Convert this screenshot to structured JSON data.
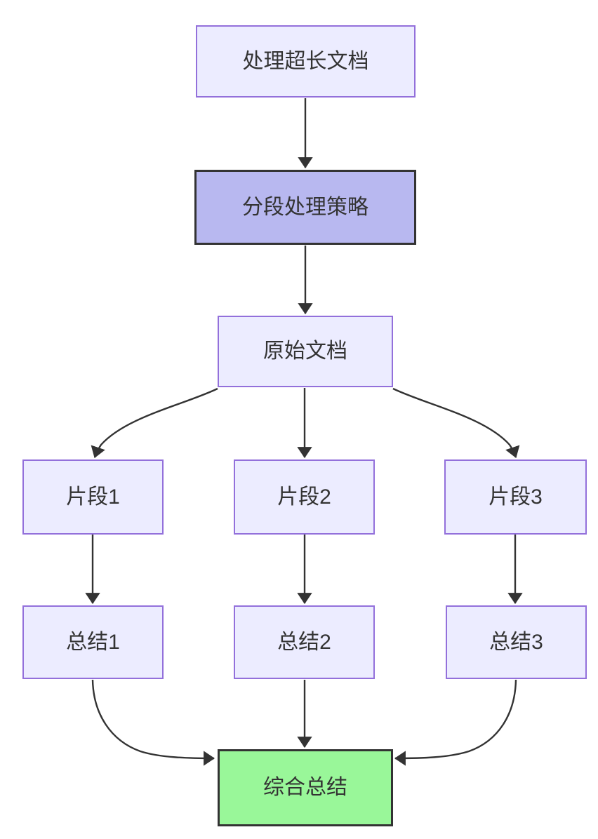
{
  "diagram": {
    "type": "flowchart",
    "direction": "top-down",
    "nodes": [
      {
        "id": "A",
        "label": "处理超长文档",
        "kind": "default"
      },
      {
        "id": "B",
        "label": "分段处理策略",
        "kind": "strategy"
      },
      {
        "id": "C",
        "label": "原始文档",
        "kind": "default"
      },
      {
        "id": "D1",
        "label": "片段1",
        "kind": "default"
      },
      {
        "id": "D2",
        "label": "片段2",
        "kind": "default"
      },
      {
        "id": "D3",
        "label": "片段3",
        "kind": "default"
      },
      {
        "id": "E1",
        "label": "总结1",
        "kind": "default"
      },
      {
        "id": "E2",
        "label": "总结2",
        "kind": "default"
      },
      {
        "id": "E3",
        "label": "总结3",
        "kind": "default"
      },
      {
        "id": "F",
        "label": "综合总结",
        "kind": "result"
      }
    ],
    "edges": [
      {
        "from": "处理超长文档",
        "to": "分段处理策略"
      },
      {
        "from": "分段处理策略",
        "to": "原始文档"
      },
      {
        "from": "原始文档",
        "to": "片段1"
      },
      {
        "from": "原始文档",
        "to": "片段2"
      },
      {
        "from": "原始文档",
        "to": "片段3"
      },
      {
        "from": "片段1",
        "to": "总结1"
      },
      {
        "from": "片段2",
        "to": "总结2"
      },
      {
        "from": "片段3",
        "to": "总结3"
      },
      {
        "from": "总结1",
        "to": "综合总结"
      },
      {
        "from": "总结2",
        "to": "综合总结"
      },
      {
        "from": "总结3",
        "to": "综合总结"
      }
    ],
    "colors": {
      "background": "#ffffff",
      "node_fill": "#ececff",
      "node_border": "#9370db",
      "strategy_fill": "#b8b8f0",
      "strategy_border": "#333333",
      "result_fill": "#99f799",
      "result_border": "#333333",
      "edge": "#333333",
      "text": "#333333"
    }
  }
}
